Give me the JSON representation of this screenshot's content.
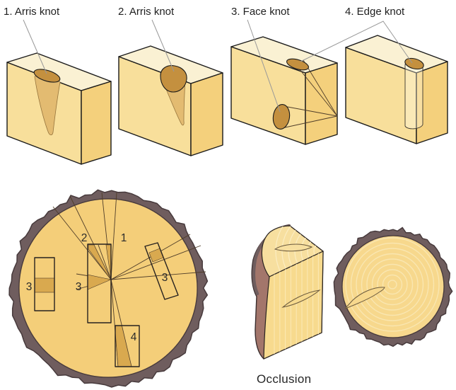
{
  "figure": {
    "top_labels": [
      {
        "label": "1. Arris knot"
      },
      {
        "label": "2. Arris knot"
      },
      {
        "label": "3. Face knot"
      },
      {
        "label": "4. Edge knot"
      }
    ],
    "cross_section_markers": [
      "2",
      "1",
      "3",
      "3",
      "3",
      "4"
    ],
    "occlusion_label": "Occlusion",
    "colors": {
      "board_front_face": "#F8DF9B",
      "board_top_face": "#FAF1D3",
      "board_end_face": "#F4D07C",
      "knot_dark": "#C4903F",
      "knot_cone_tan": "#E3BB71",
      "log_wood": "#F4CE79",
      "log2_wood": "#F7D88D",
      "growth_ring": "#F9E6B0",
      "bark": "#6F5D5E",
      "bark_side_face": "#A3766B",
      "knot_section_fill": "#D9A94F",
      "outline": "#1A1A1A",
      "leader_line": "#999999",
      "text": "#1F1F1F"
    }
  }
}
